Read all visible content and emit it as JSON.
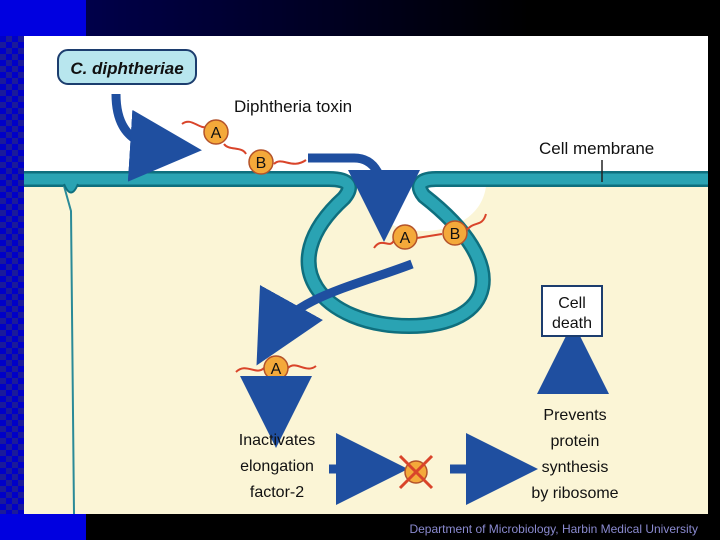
{
  "diagram": {
    "organism": "C. diphtheriae",
    "toxin_label": "Diphtheria toxin",
    "membrane_label": "Cell membrane",
    "subunit_a": "A",
    "subunit_b": "B",
    "cell_death": [
      "Cell",
      "death"
    ],
    "inactivates": [
      "Inactivates",
      "elongation",
      "factor-2"
    ],
    "prevents": [
      "Prevents",
      "protein",
      "synthesis",
      "by ribosome"
    ]
  },
  "footer": {
    "text": "Department of Microbiology, Harbin Medical University"
  },
  "colors": {
    "membrane": "#2aa3b3",
    "membrane_dark": "#0f6f7e",
    "cytoplasm": "#fbf5d6",
    "arrow": "#1f4fa0",
    "bead": "#f4a93a",
    "chain": "#d9442a",
    "organism_box": "#b8e6ee"
  }
}
